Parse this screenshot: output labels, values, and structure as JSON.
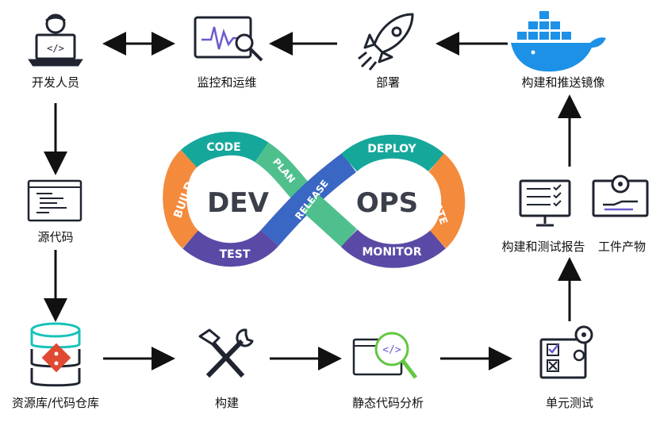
{
  "nodes": {
    "developer": "开发人员",
    "monitoring": "监控和运维",
    "deploy": "部署",
    "build_push_image": "构建和推送镜像",
    "source_code": "源代码",
    "repository": "资源库/代码仓库",
    "build": "构建",
    "static_analysis": "静态代码分析",
    "unit_test": "单元测试",
    "build_test_report": "构建和测试报告",
    "artifact": "工件产物"
  },
  "devops": {
    "dev": "DEV",
    "ops": "OPS",
    "stages": {
      "code": "CODE",
      "build": "BUILD",
      "test": "TEST",
      "plan": "PLAN",
      "release": "RELEASE",
      "deploy": "DEPLOY",
      "operate": "OPERATE",
      "monitor": "MONITOR"
    }
  },
  "colors": {
    "teal": "#16a79b",
    "orange": "#f48a3c",
    "purple": "#5a4aa5",
    "blue": "#3a66c4",
    "green": "#4fc08d",
    "icon_dark": "#1f2430",
    "docker_blue": "#1d91e6",
    "git_red": "#e04a32",
    "icon_purple": "#6a5acd",
    "icon_green": "#63c742"
  }
}
